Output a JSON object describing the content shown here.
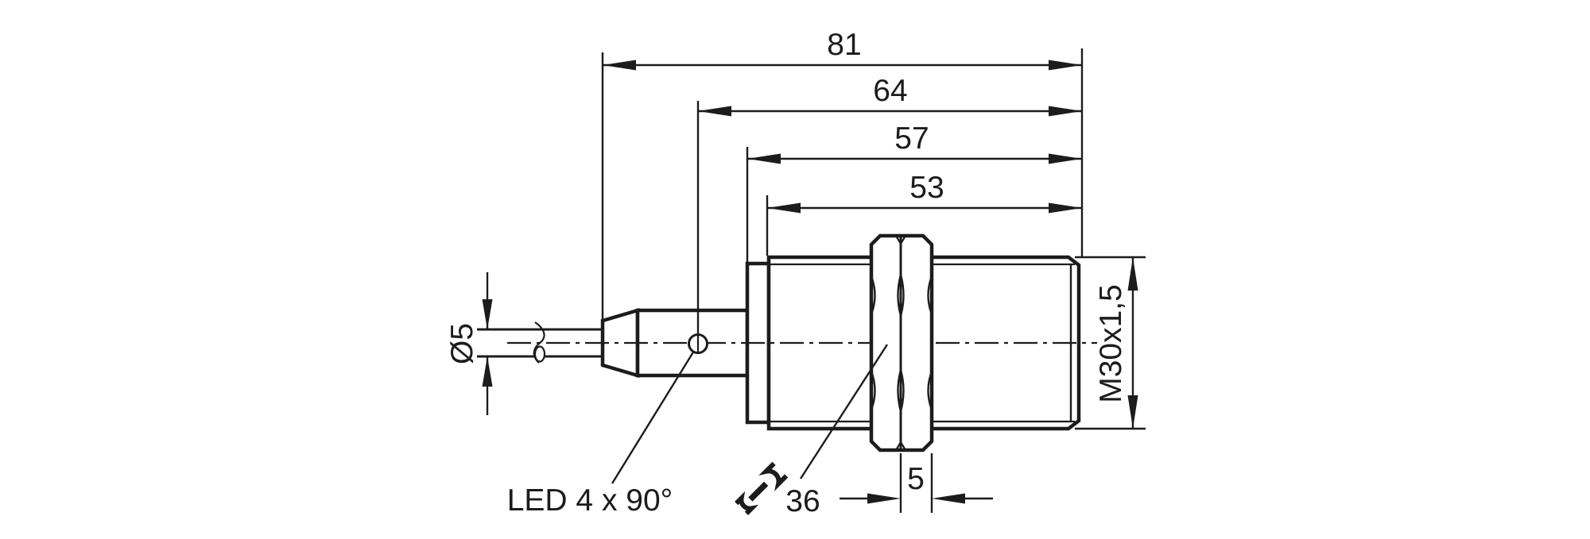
{
  "drawing": {
    "background_color": "#ffffff",
    "line_color": "#1c1c1c"
  },
  "labels": {
    "overall_length": "81",
    "length_to_led": "64",
    "barrel_length": "57",
    "thread_length": "53",
    "cable_diameter": "Ø5",
    "thread_spec": "M30x1,5",
    "nut_width": "5",
    "wrench_size": "36",
    "led_note": "LED 4 x 90°"
  },
  "icons": {
    "wrench": "open-end-wrench"
  }
}
